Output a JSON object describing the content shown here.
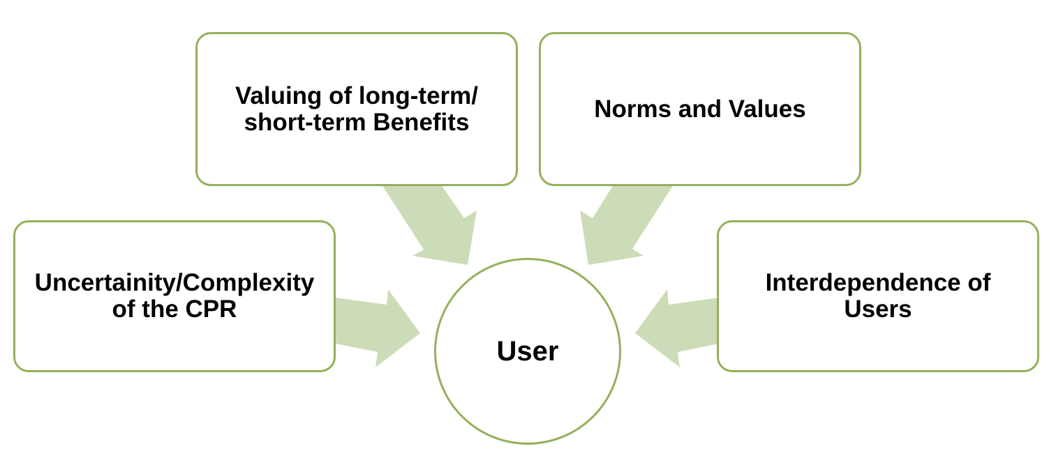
{
  "diagram": {
    "center": {
      "label": "User"
    },
    "factors": [
      {
        "id": "valuing",
        "label": "Valuing of long-term/ short-term Benefits"
      },
      {
        "id": "norms",
        "label": "Norms and Values"
      },
      {
        "id": "uncertainty",
        "label": "Uncertainity/Complexity of the CPR"
      },
      {
        "id": "interdependence",
        "label": "Interdependence of Users"
      }
    ],
    "colors": {
      "border": "#94b05a",
      "arrow": "#cddcb8"
    }
  }
}
